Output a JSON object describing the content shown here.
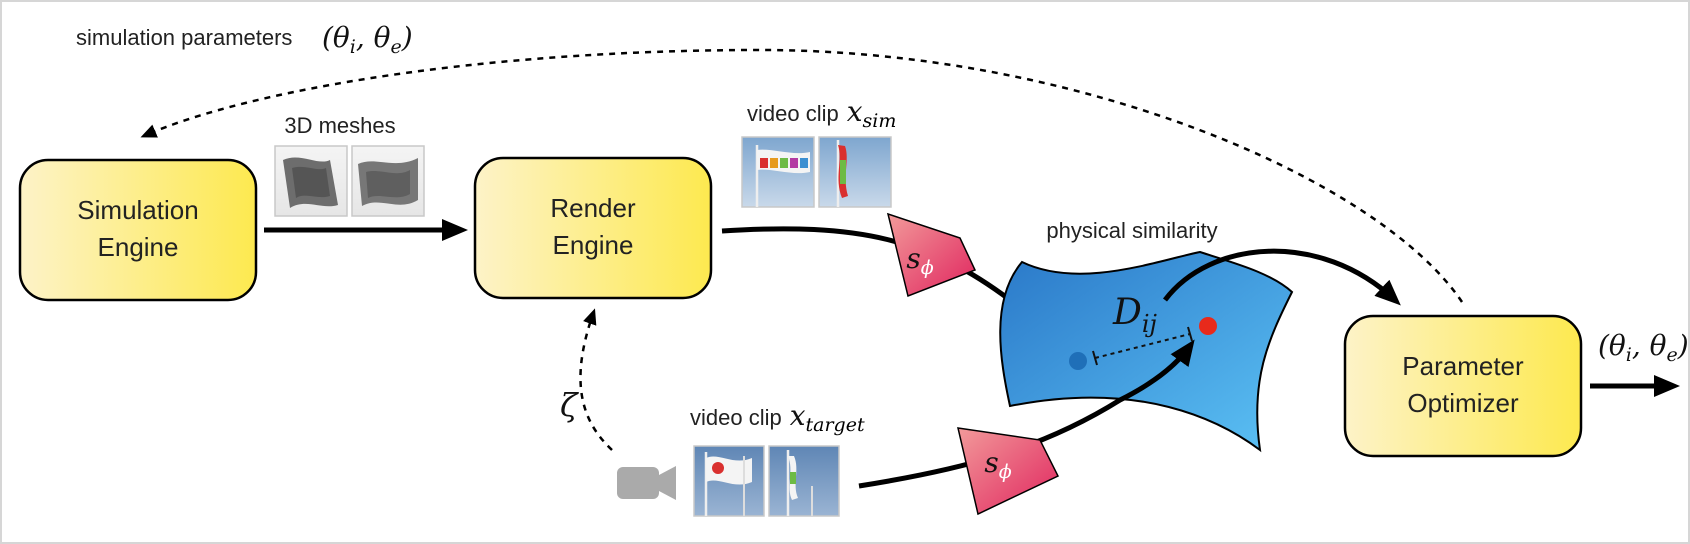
{
  "top_label": {
    "text": "simulation parameters",
    "math": "(θ",
    "sub_i": "i",
    "mid": ", θ",
    "sub_e": "e",
    "close": ")"
  },
  "meshes_label": "3D meshes",
  "sim_clip_label": {
    "text": "video clip",
    "var": "x",
    "sub": "sim"
  },
  "target_clip_label": {
    "text": "video clip",
    "var": "x",
    "sub": "target"
  },
  "physical_similarity_label": "physical similarity",
  "nodes": {
    "simulation_engine": [
      "Simulation",
      "Engine"
    ],
    "render_engine": [
      "Render",
      "Engine"
    ],
    "parameter_optimizer": [
      "Parameter",
      "Optimizer"
    ]
  },
  "encoder_sim": {
    "var": "s",
    "sub": "ϕ"
  },
  "encoder_target": {
    "var": "s",
    "sub": "ϕ"
  },
  "distance": {
    "var": "D",
    "sub": "ij"
  },
  "zeta": "ζ",
  "output": {
    "open": "(θ",
    "sub_i": "i",
    "mid": ", θ",
    "sub_e": "e",
    "close": ")"
  },
  "colors": {
    "box_fill_start": "#fdf3c8",
    "box_fill_end": "#fde94f",
    "encoder_start": "#f08a8a",
    "encoder_end": "#e0245e",
    "manifold_start": "#2f7fd0",
    "manifold_end": "#5bbcf2",
    "dot_blue": "#1f6fb8",
    "dot_red": "#e82a1c",
    "camera": "#aaaaaa"
  }
}
